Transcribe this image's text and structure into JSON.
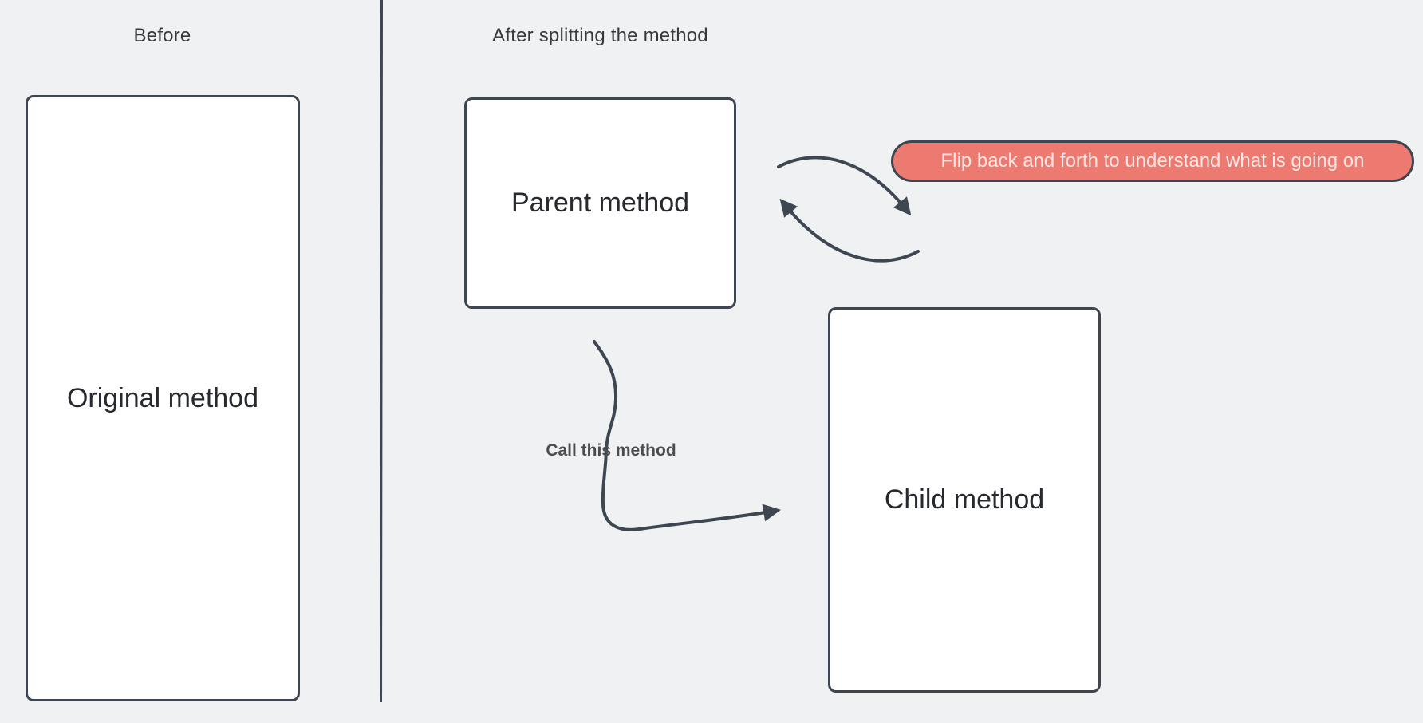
{
  "sections": {
    "before_label": "Before",
    "after_label": "After splitting the method"
  },
  "nodes": {
    "original_label": "Original method",
    "parent_label": "Parent method",
    "child_label": "Child method"
  },
  "callout": {
    "label": "Flip back and forth to understand what is going on"
  },
  "annotations": {
    "call_label": "Call this method"
  },
  "palette": {
    "bg": "#eff1f2",
    "stroke": "#3e4651",
    "box_fill": "#ffffff",
    "box_text": "#26292e",
    "label_text": "#36393d",
    "callout_fill": "#ec7a71",
    "callout_text": "#f9e6e3",
    "call_label_text": "#4a4c50"
  }
}
